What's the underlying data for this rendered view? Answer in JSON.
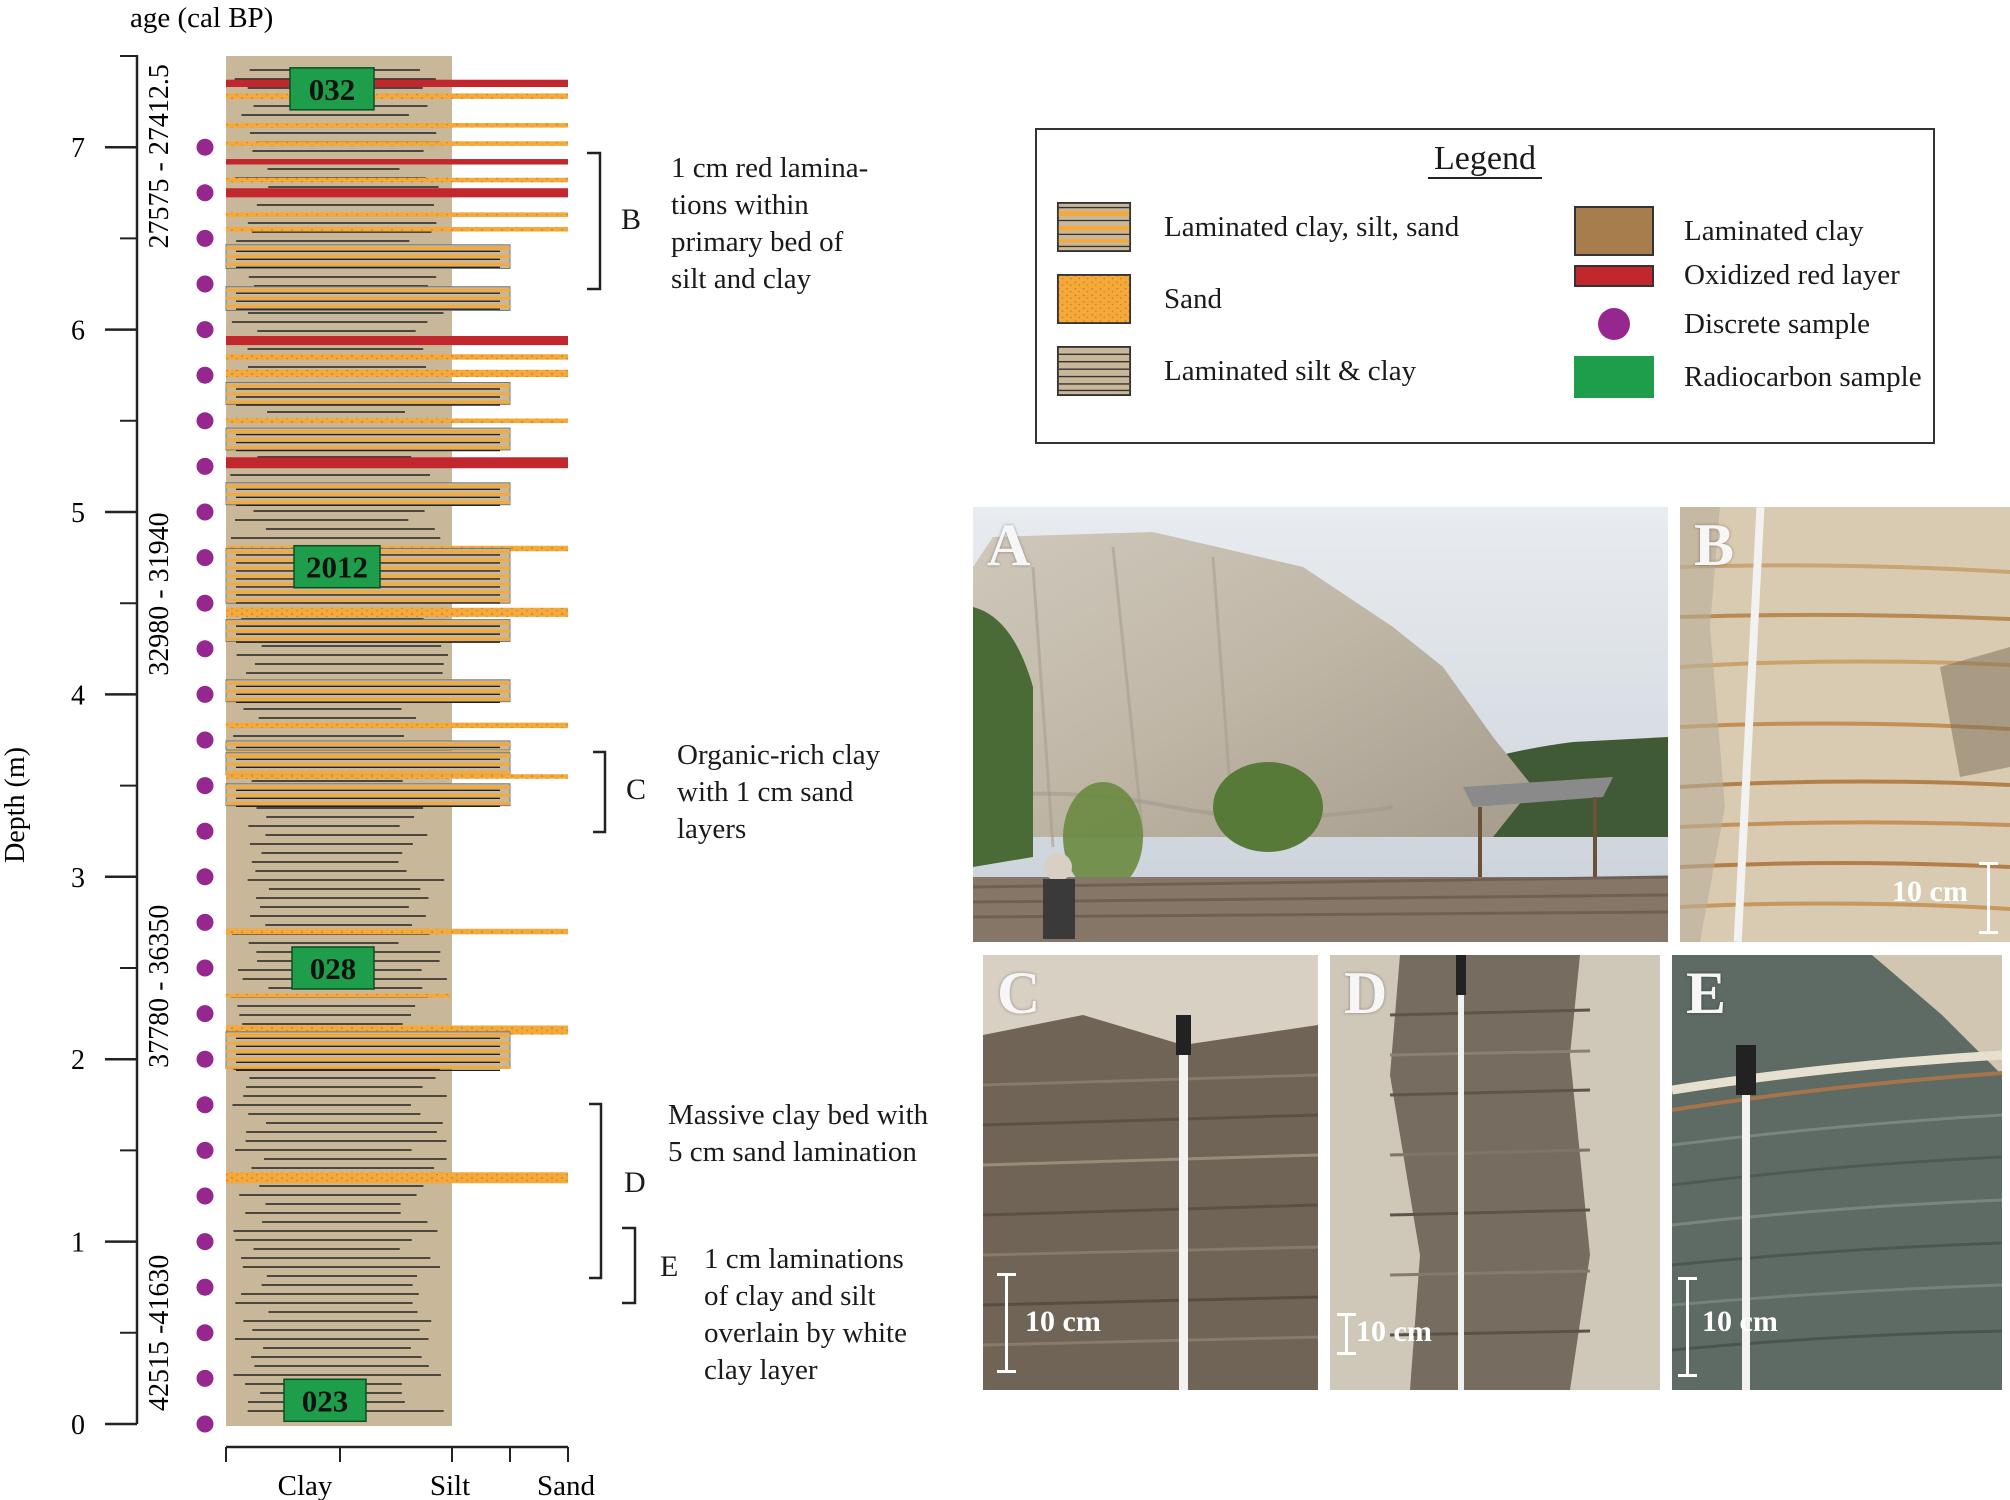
{
  "log": {
    "y_axis_label": "Depth (m)",
    "age_header": "age (cal BP)",
    "depth_ticks": [
      "0",
      "1",
      "2",
      "3",
      "4",
      "5",
      "6",
      "7"
    ],
    "grain_ticks": [
      "Clay",
      "Silt",
      "Sand"
    ],
    "age_ranges": [
      "27575 - 27412.5",
      "32980 - 31940",
      "37780 - 36350",
      "42515 -41630"
    ],
    "radiocarbon_labels": [
      "032",
      "2012",
      "028",
      "023"
    ],
    "sample_depths_m": [
      0,
      0.25,
      0.5,
      0.75,
      1.0,
      1.25,
      1.5,
      1.75,
      2.0,
      2.25,
      2.5,
      2.75,
      3.0,
      3.25,
      3.5,
      3.75,
      4.0,
      4.25,
      4.5,
      4.75,
      5.0,
      5.25,
      5.5,
      5.75,
      6.0,
      6.25,
      6.5,
      6.75,
      7.0
    ]
  },
  "annotations": [
    {
      "letter": "B",
      "lines": [
        "1 cm red lamina-",
        "tions within",
        "primary bed of",
        "silt and clay"
      ]
    },
    {
      "letter": "C",
      "lines": [
        "Organic-rich clay",
        "with 1 cm sand",
        "layers"
      ]
    },
    {
      "letter": "D",
      "lines": [
        "Massive clay bed with",
        "5 cm sand lamination"
      ]
    },
    {
      "letter": "E",
      "lines": [
        "1 cm laminations",
        "of clay and silt",
        "overlain by white",
        "clay layer"
      ]
    }
  ],
  "legend": {
    "title": "Legend",
    "items": [
      {
        "label": "Laminated clay, silt, sand",
        "swatch": "laminated-clay-silt-sand"
      },
      {
        "label": "Sand",
        "swatch": "sand",
        "color": "#f5a93a"
      },
      {
        "label": "Laminated silt & clay",
        "swatch": "laminated-silt-clay",
        "color": "#c8b899"
      },
      {
        "label": "Laminated clay",
        "swatch": "laminated-clay",
        "color": "#a77d4e"
      },
      {
        "label": "Oxidized red layer",
        "swatch": "red-layer",
        "color": "#c1272d"
      },
      {
        "label": "Discrete sample",
        "swatch": "sample-dot",
        "color": "#96278f"
      },
      {
        "label": "Radiocarbon sample",
        "swatch": "radiocarbon",
        "color": "#1e9e4a"
      }
    ]
  },
  "photos": [
    {
      "label": "A"
    },
    {
      "label": "B",
      "scale": "10 cm"
    },
    {
      "label": "C",
      "scale": "10 cm"
    },
    {
      "label": "D",
      "scale": "10 cm"
    },
    {
      "label": "E",
      "scale": "10 cm"
    }
  ]
}
